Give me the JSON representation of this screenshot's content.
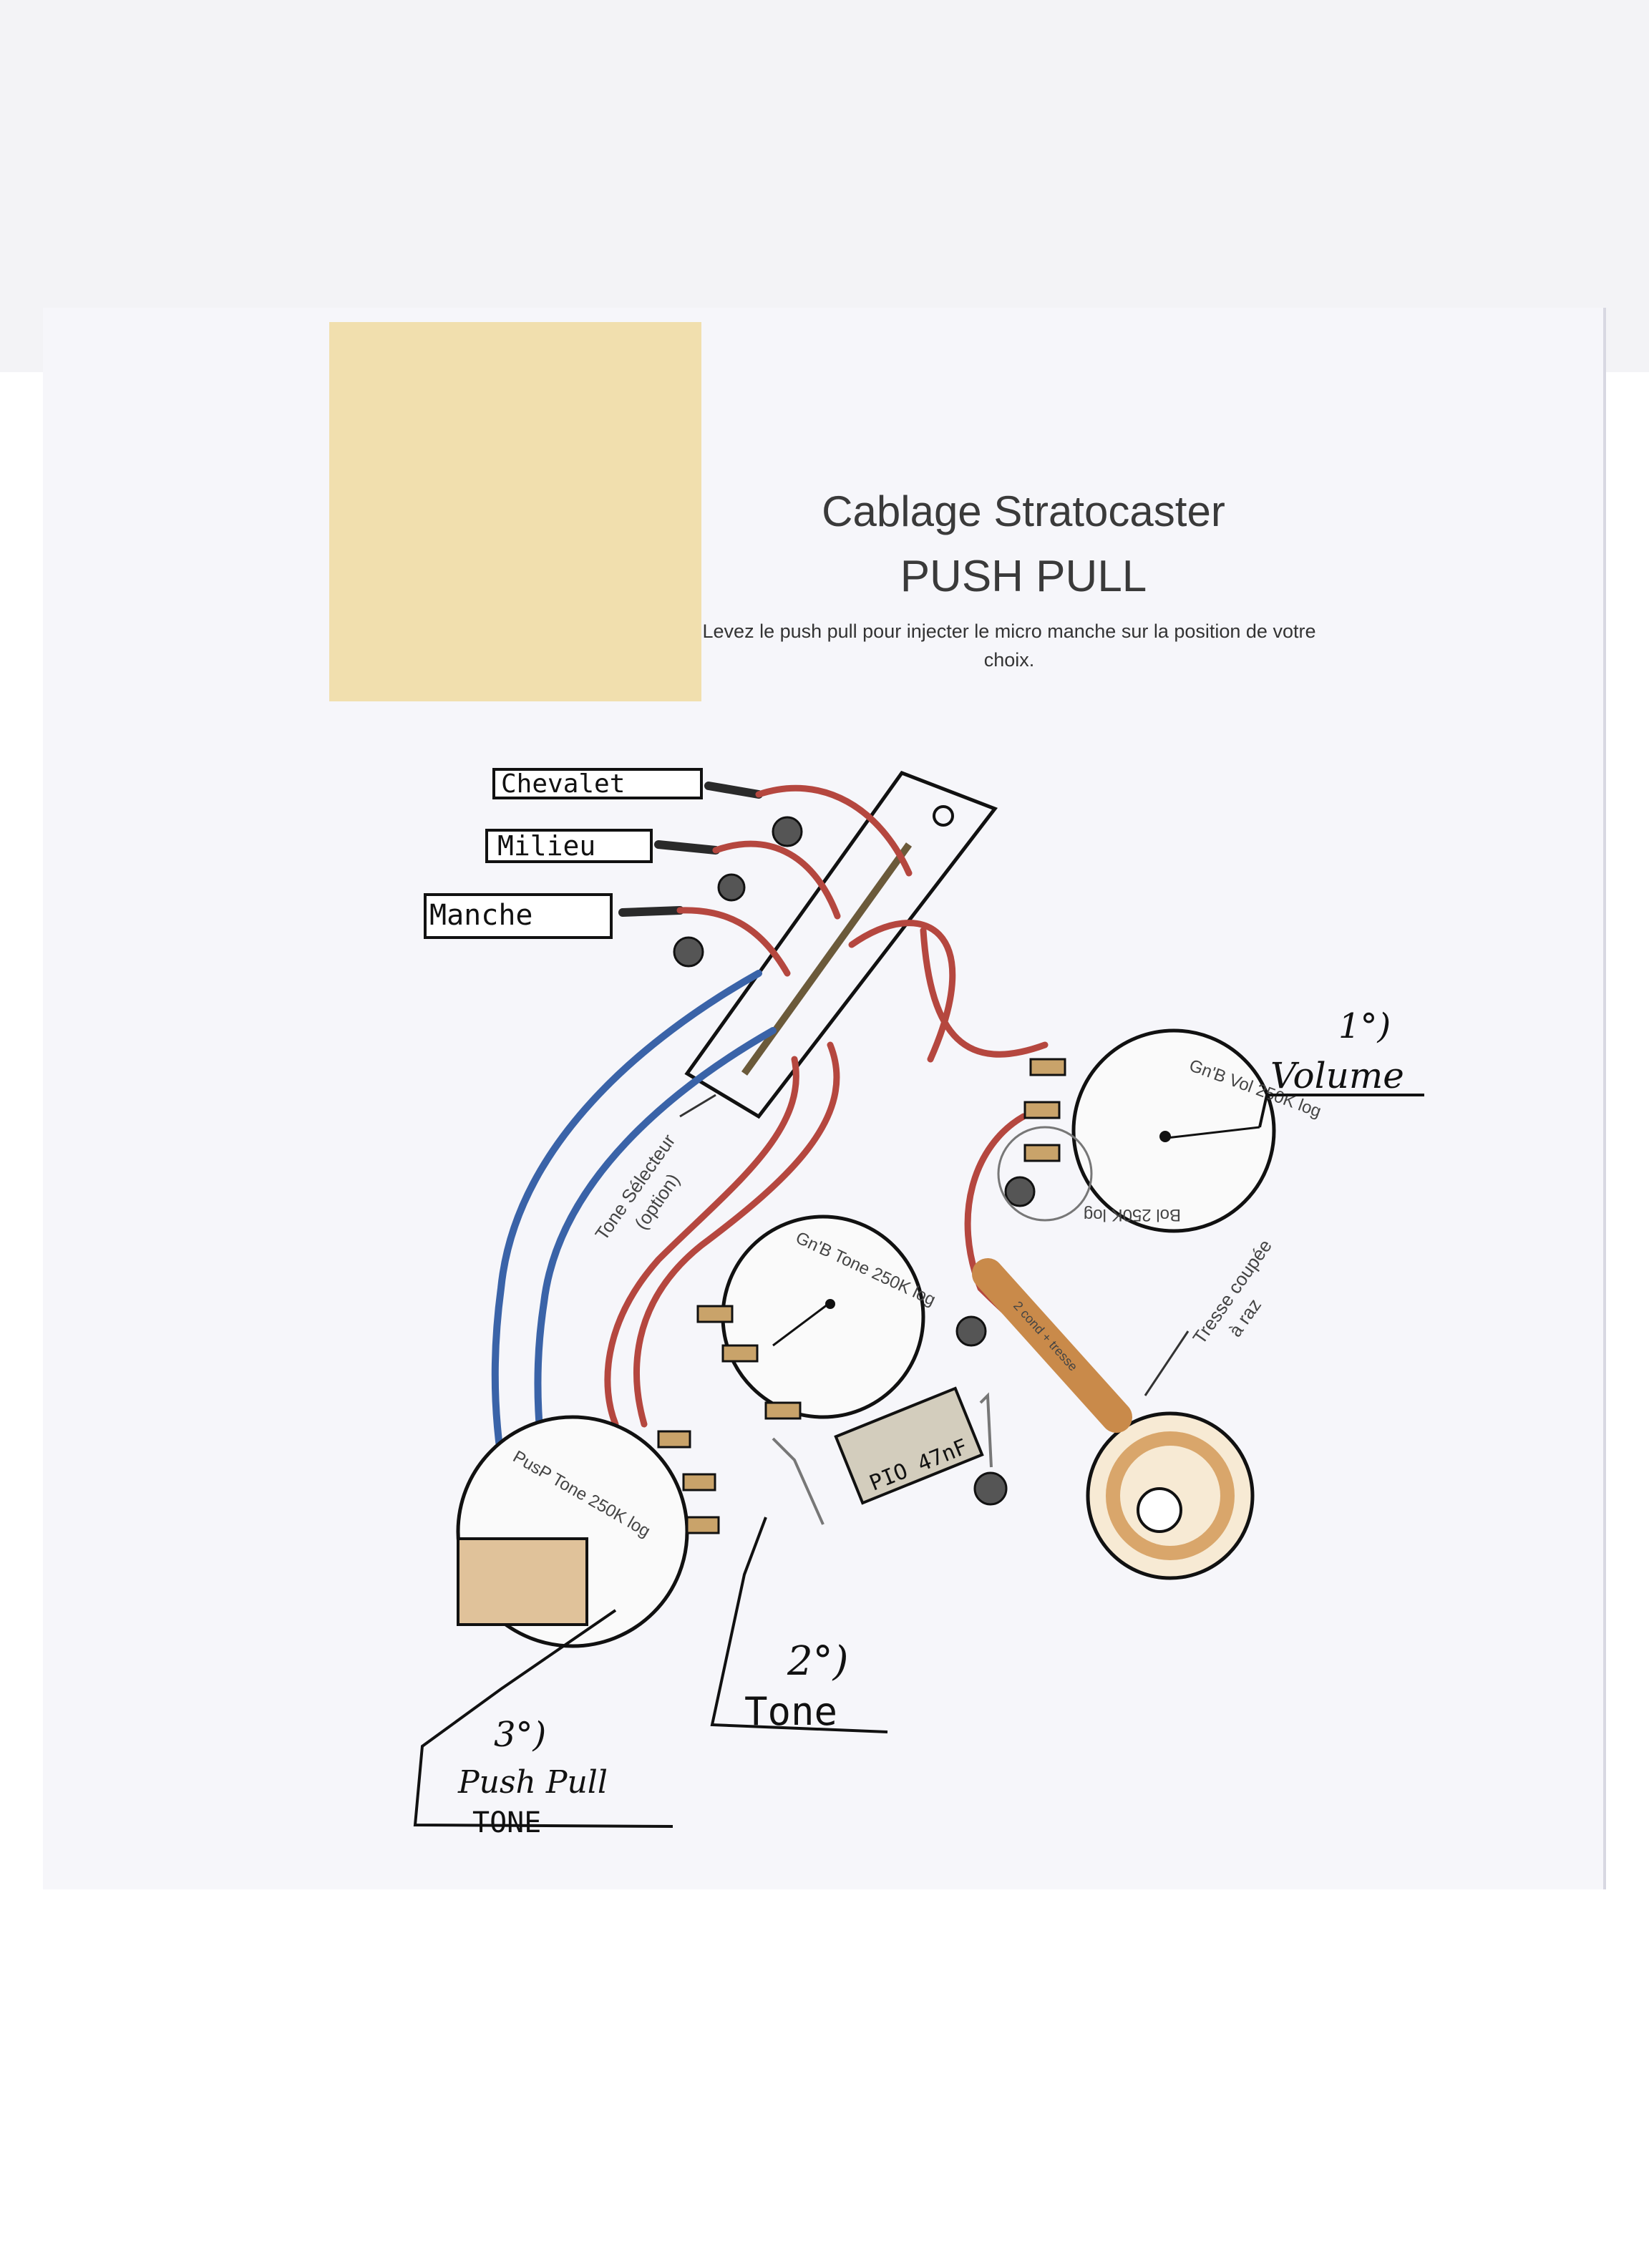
{
  "title_line1": "Cablage Stratocaster",
  "title_line2": "PUSH PULL",
  "subtitle": "Levez le push pull pour injecter le micro manche sur la position de votre choix.",
  "pickups": {
    "bridge": "Chevalet",
    "middle": "Milieu",
    "neck": "Manche"
  },
  "tone_selector_line1": "Tone Sélecteur",
  "tone_selector_line2": "(option)",
  "volume_pot": {
    "number": "1°)",
    "label": "Volume",
    "marking_top": "Gn'B Vol 250K log",
    "marking_bottom": "Bol 250K log"
  },
  "tone_pot": {
    "number": "2°)",
    "label": "Tone",
    "marking": "Gn'B Tone 250K log"
  },
  "pushpull_pot": {
    "number": "3°)",
    "label_line1": "Push Pull",
    "label_line2": "TONE",
    "marking": "PusP Tone 250K log"
  },
  "capacitor": "PIO 47nF",
  "shield_wire": "2 cond + tresse",
  "braid_note_line1": "Tresse coupée",
  "braid_note_line2": "à raz",
  "colors": {
    "wire_red": "#b5473f",
    "wire_blue": "#3a63a8",
    "wire_black": "#2a2a2a",
    "lug_tan": "#c9a36a",
    "sticky": "#f1dfae"
  }
}
